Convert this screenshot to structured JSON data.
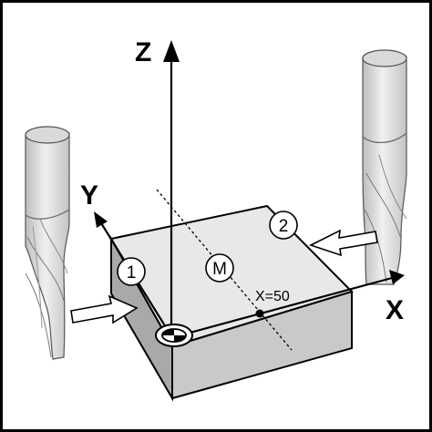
{
  "axes": {
    "z": "Z",
    "y": "Y",
    "x": "X"
  },
  "markers": {
    "one": "1",
    "two": "2",
    "center": "M"
  },
  "position_label": "X=50",
  "colors": {
    "frame": "#000000",
    "block_top": "#e6e6e6",
    "block_front": "#b5b5b5",
    "block_side": "#cccccc",
    "tool": "#e2e2e2",
    "tool_shadow": "#b9b9b9",
    "background": "#ffffff"
  },
  "icons": [
    "end-mill-left",
    "end-mill-right",
    "probe-arrow-1",
    "probe-arrow-2",
    "origin-datum"
  ]
}
